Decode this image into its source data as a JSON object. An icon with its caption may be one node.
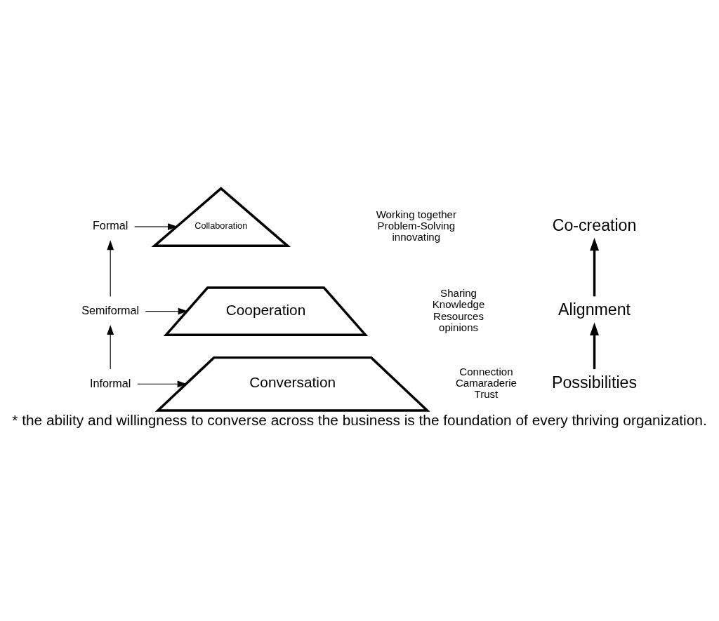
{
  "diagram": {
    "caption": "* the ability and willingness to converse across the business is the foundation of every thriving organization.",
    "nodes": [
      {
        "text": [
          "Formal"
        ]
      },
      {
        "text": [
          "Semiformal"
        ]
      },
      {
        "text": [
          "Informal"
        ]
      },
      {
        "text": [
          "Collaboration"
        ],
        "beside": [
          "Working together",
          "Problem-Solving",
          "innovating"
        ]
      },
      {
        "text": [
          "Cooperation"
        ],
        "beside": [
          "Sharing",
          "Knowledge",
          "Resources",
          "opinions"
        ]
      },
      {
        "text": [
          "Conversation"
        ],
        "beside": [
          "Connection",
          "Camaraderie",
          "Trust"
        ]
      },
      {
        "text": [
          "Co-creation"
        ]
      },
      {
        "text": [
          "Alignment"
        ]
      },
      {
        "text": [
          "Possibilities"
        ]
      }
    ],
    "edges": [
      {
        "from": 2,
        "to": 1,
        "arrow": "to"
      },
      {
        "from": 1,
        "to": 0,
        "arrow": "to"
      },
      {
        "from": 0,
        "to": 3,
        "arrow": "to"
      },
      {
        "from": 1,
        "to": 4,
        "arrow": "to"
      },
      {
        "from": 2,
        "to": 5,
        "arrow": "to"
      },
      {
        "from": 8,
        "to": 7,
        "arrow": "to",
        "style": "thick"
      },
      {
        "from": 7,
        "to": 6,
        "arrow": "to",
        "style": "thick"
      }
    ]
  }
}
